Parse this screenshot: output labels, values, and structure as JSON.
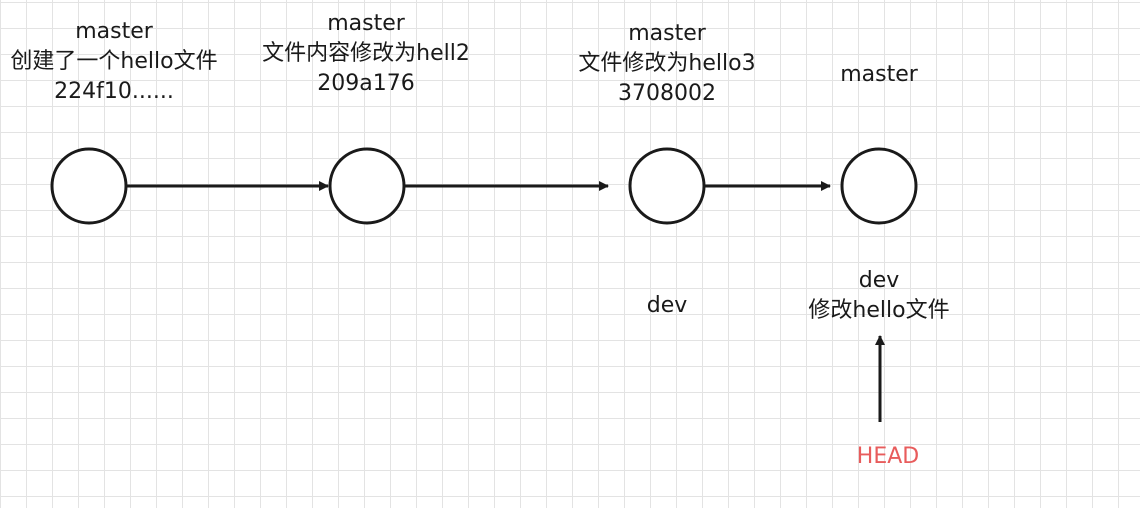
{
  "nodes": [
    {
      "top_label": [
        "master",
        "创建了一个hello文件",
        "224f10......"
      ]
    },
    {
      "top_label": [
        "master",
        "文件内容修改为hell2",
        "209a176"
      ]
    },
    {
      "top_label": [
        "master",
        "文件修改为hello3",
        "3708002"
      ],
      "bottom_label": [
        "dev"
      ]
    },
    {
      "top_label": [
        "master"
      ],
      "bottom_label": [
        "dev",
        "修改hello文件"
      ]
    }
  ],
  "head_label": "HEAD",
  "colors": {
    "stroke": "#1a1a1a",
    "head": "#e85c5c",
    "grid": "#e3e3e3"
  }
}
